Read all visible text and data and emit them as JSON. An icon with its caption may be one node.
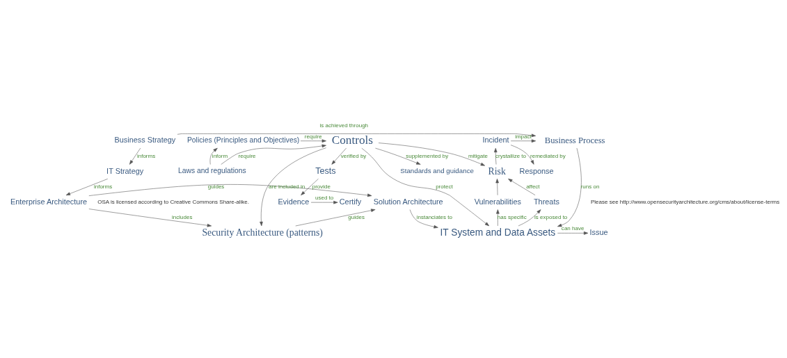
{
  "diagram": {
    "nodes": [
      {
        "text": [
          "Business Strategy"
        ]
      },
      {
        "text": [
          "Business Process"
        ]
      },
      {
        "text": [
          "Incident"
        ]
      },
      {
        "text": [
          "Response"
        ]
      },
      {
        "text": [
          "IT Strategy"
        ]
      },
      {
        "text": [
          "Risk"
        ]
      },
      {
        "text": [
          "Enterprise Architecture"
        ]
      },
      {
        "text": [
          "Solution Architecture"
        ]
      },
      {
        "text": [
          "Threats"
        ]
      },
      {
        "text": [
          "Vulnerabilities"
        ]
      },
      {
        "text": [
          "Security Architecture (patterns)"
        ]
      },
      {
        "text": [
          "Issue"
        ]
      },
      {
        "text": [
          "IT System and Data Assets"
        ]
      },
      {
        "text": [
          "Policies (Principles and Objectives)"
        ]
      },
      {
        "text": [
          "Controls"
        ]
      },
      {
        "text": [
          "Tests"
        ]
      },
      {
        "text": [
          "Laws and regulations"
        ]
      },
      {
        "text": [
          "Evidence"
        ]
      },
      {
        "text": [
          "Standards and guidance"
        ]
      },
      {
        "text": [
          "Certify"
        ]
      }
    ],
    "edges": [
      {
        "from": 0,
        "to": 4,
        "arrow": "to",
        "label": "informs"
      },
      {
        "from": 4,
        "to": 6,
        "arrow": "to",
        "label": "informs"
      },
      {
        "from": 0,
        "to": 1,
        "arrow": "to",
        "label": "is achieved through"
      },
      {
        "from": 2,
        "to": 1,
        "arrow": "to",
        "label": "impact"
      },
      {
        "from": 2,
        "to": 3,
        "arrow": "to",
        "label": "remediated by"
      },
      {
        "from": 5,
        "to": 2,
        "arrow": "to",
        "label": "crystallize to"
      },
      {
        "from": 8,
        "to": 5,
        "arrow": "to",
        "label": "affect"
      },
      {
        "from": 9,
        "to": 5,
        "arrow": "to"
      },
      {
        "from": 12,
        "to": 8,
        "arrow": "to",
        "label": "is exposed to"
      },
      {
        "from": 12,
        "to": 9,
        "arrow": "to",
        "label": "has specific"
      },
      {
        "from": 6,
        "to": 7,
        "arrow": "to",
        "label": "guides"
      },
      {
        "from": 6,
        "to": 10,
        "arrow": "to",
        "label": "includes"
      },
      {
        "from": 10,
        "to": 7,
        "arrow": "to",
        "label": "guides"
      },
      {
        "from": 7,
        "to": 12,
        "arrow": "to",
        "label": "instanciates to"
      },
      {
        "from": 1,
        "to": 12,
        "arrow": "to",
        "label": "runs on"
      },
      {
        "from": 12,
        "to": 11,
        "arrow": "to",
        "label": "can have"
      },
      {
        "from": 14,
        "to": 10,
        "arrow": "to",
        "label": "are included in"
      },
      {
        "from": 14,
        "to": 12,
        "arrow": "to",
        "label": "protect"
      },
      {
        "from": 14,
        "to": 5,
        "arrow": "to",
        "label": "mitigate"
      },
      {
        "from": 13,
        "to": 14,
        "arrow": "to",
        "label": "require"
      },
      {
        "from": 16,
        "to": 14,
        "arrow": "to",
        "label": "require"
      },
      {
        "from": 16,
        "to": 13,
        "arrow": "to",
        "label": "inform"
      },
      {
        "from": 14,
        "to": 18,
        "arrow": "to",
        "label": "supplemented by"
      },
      {
        "from": 14,
        "to": 15,
        "arrow": "to",
        "label": "verified by"
      },
      {
        "from": 15,
        "to": 17,
        "arrow": "to",
        "label": "provide"
      },
      {
        "from": 17,
        "to": 19,
        "arrow": "to",
        "label": "used to"
      }
    ],
    "labels": [
      "OSA is licensed according to Creative Commons Share-alike.",
      "Please see http://www.opensecurityarchitecture.org/cms/about/license-terms"
    ]
  }
}
